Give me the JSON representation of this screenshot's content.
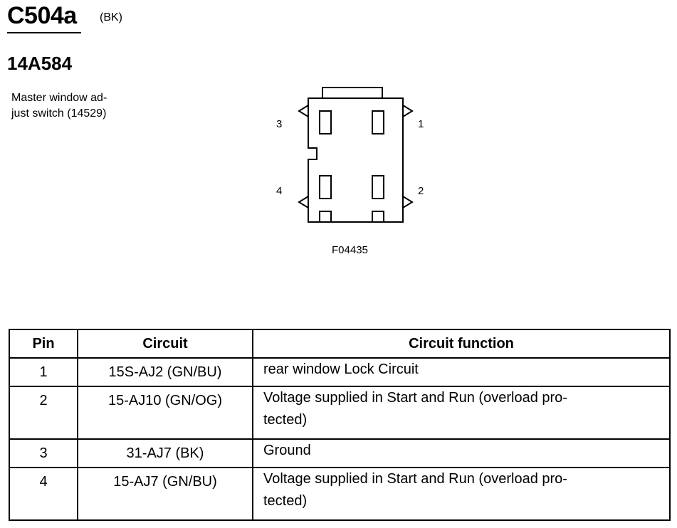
{
  "header": {
    "connector_id": "C504a",
    "connector_color": "(BK)",
    "part_number": "14A584",
    "description_line1": "Master window ad-",
    "description_line2": "just switch (14529)"
  },
  "diagram": {
    "pins": [
      {
        "label": "3"
      },
      {
        "label": "1"
      },
      {
        "label": "4"
      },
      {
        "label": "2"
      }
    ],
    "figure_code": "F04435"
  },
  "table": {
    "headers": [
      "Pin",
      "Circuit",
      "Circuit function"
    ],
    "rows": [
      {
        "pin": "1",
        "circuit": "15S-AJ2 (GN/BU)",
        "function": "rear window Lock Circuit"
      },
      {
        "pin": "2",
        "circuit": "15-AJ10 (GN/OG)",
        "function": "Voltage supplied in Start and Run (overload pro-\ntected)"
      },
      {
        "pin": "3",
        "circuit": "31-AJ7 (BK)",
        "function": "Ground"
      },
      {
        "pin": "4",
        "circuit": "15-AJ7 (GN/BU)",
        "function": "Voltage supplied in Start and Run (overload pro-\ntected)"
      }
    ]
  }
}
